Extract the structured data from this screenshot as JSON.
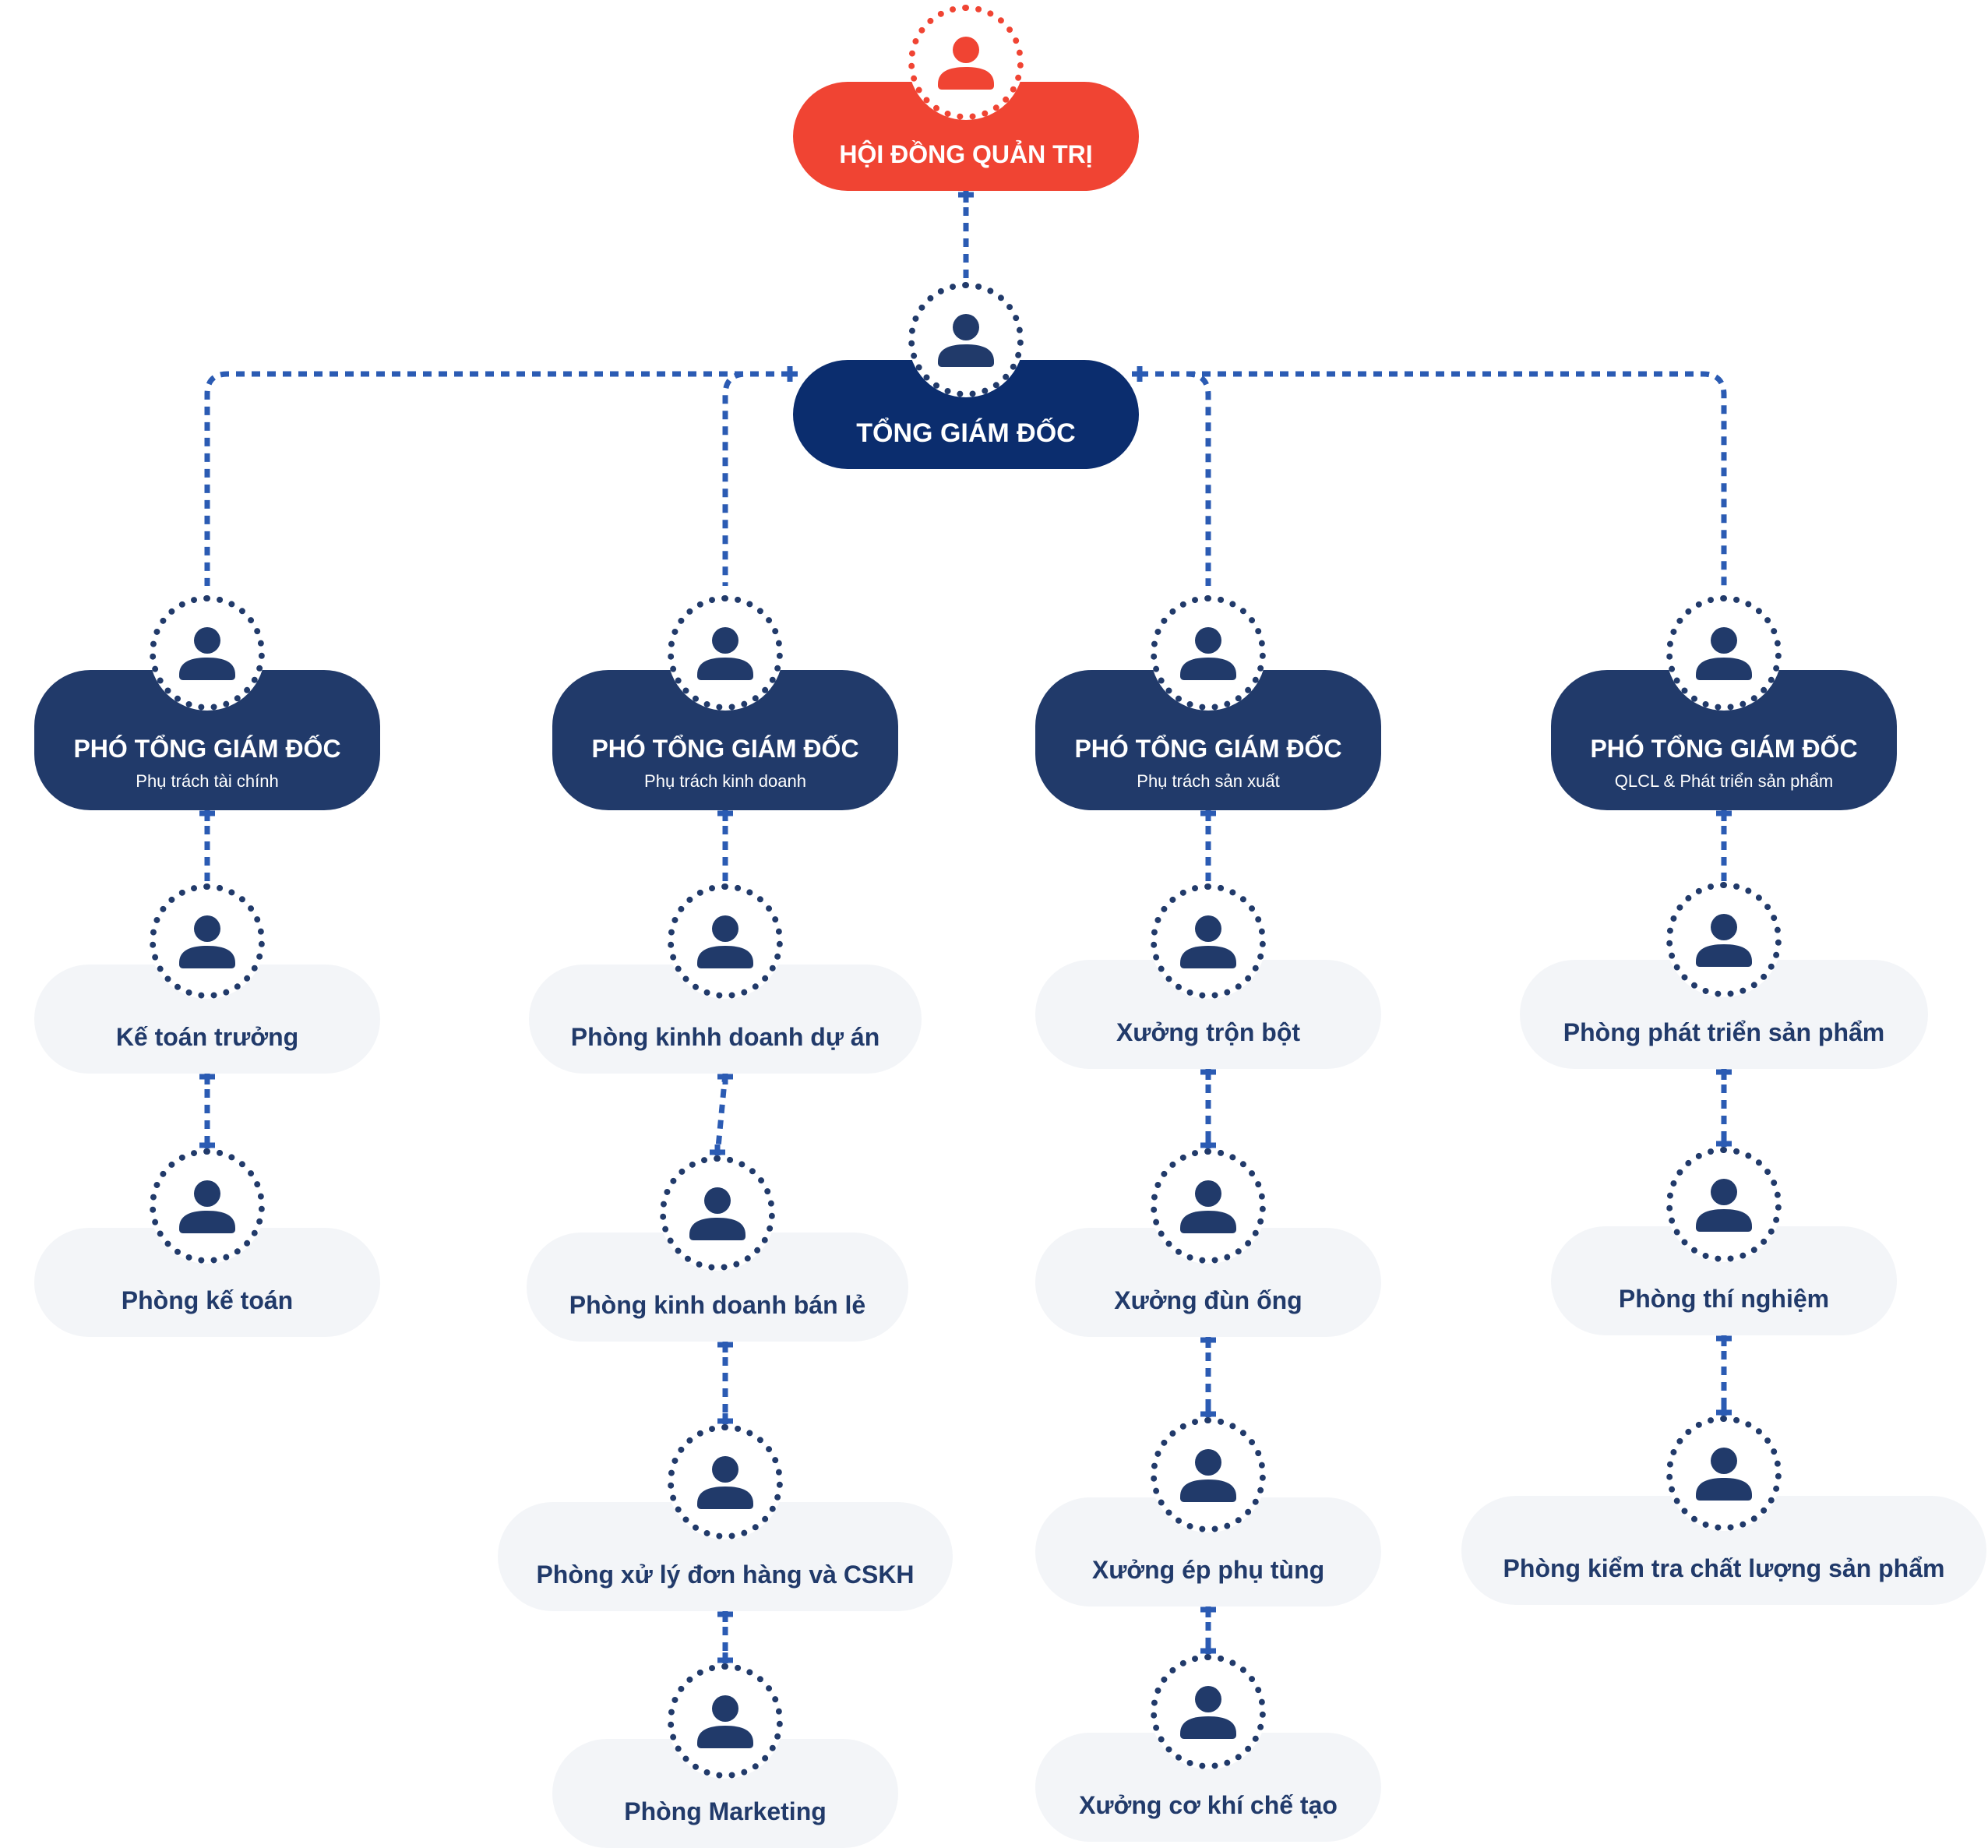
{
  "colors": {
    "accent_red": "#F04433",
    "ceo_navy": "#0B2D6E",
    "vp_navy": "#213A6A",
    "dept_bg": "#F3F5F8",
    "connector_blue": "#2B5BB3"
  },
  "icon": "user-icon",
  "board": {
    "title": "HỘI ĐỒNG QUẢN TRỊ"
  },
  "ceo": {
    "title": "TỔNG GIÁM ĐỐC"
  },
  "vps": [
    {
      "title": "PHÓ TỔNG GIÁM ĐỐC",
      "subtitle": "Phụ trách tài chính"
    },
    {
      "title": "PHÓ TỔNG GIÁM ĐỐC",
      "subtitle": "Phụ trách kinh doanh"
    },
    {
      "title": "PHÓ TỔNG GIÁM ĐỐC",
      "subtitle": "Phụ trách sản xuất"
    },
    {
      "title": "PHÓ TỔNG GIÁM ĐỐC",
      "subtitle": "QLCL & Phát triển sản phẩm"
    }
  ],
  "departments": [
    [
      "Kế toán trưởng",
      "Phòng kế toán"
    ],
    [
      "Phòng kinhh doanh dự án",
      "Phòng kinh doanh bán lẻ",
      "Phòng xử lý đơn hàng và CSKH",
      "Phòng Marketing"
    ],
    [
      "Xưởng trộn bột",
      "Xưởng đùn ống",
      "Xưởng ép phụ tùng",
      "Xưởng cơ khí chế tạo"
    ],
    [
      "Phòng phát triển sản phẩm",
      "Phòng thí nghiệm",
      "Phòng kiểm tra chất lượng sản phẩm"
    ]
  ]
}
